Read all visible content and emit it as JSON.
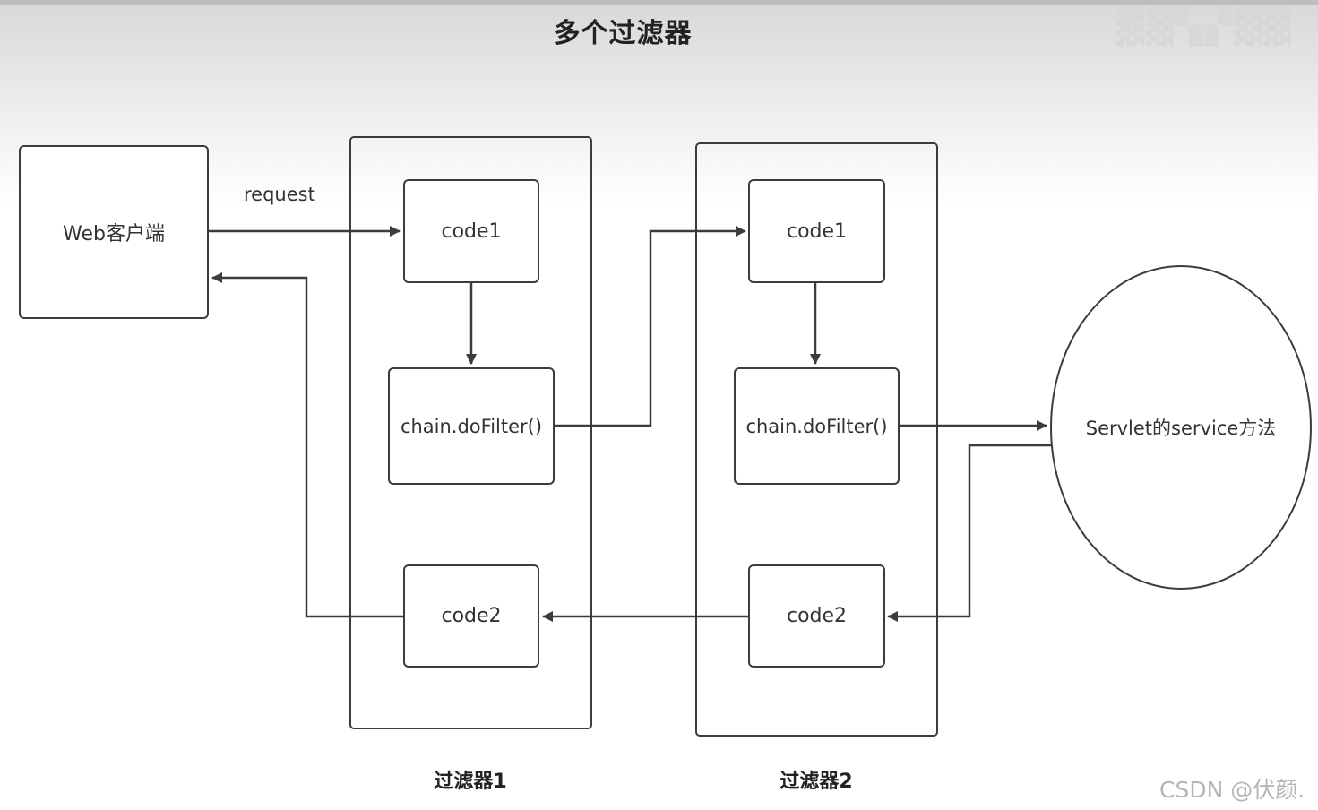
{
  "title": "多个过滤器",
  "client": {
    "label": "Web客户端"
  },
  "request_label": "request",
  "filter1": {
    "caption": "过滤器1",
    "code1": "code1",
    "chain": "chain.doFilter()",
    "code2": "code2"
  },
  "filter2": {
    "caption": "过滤器2",
    "code1": "code1",
    "chain": "chain.doFilter()",
    "code2": "code2"
  },
  "servlet": {
    "label": "Servlet的service方法"
  },
  "watermarks": {
    "csdn": "CSDN @伏颜."
  },
  "colors": {
    "line": "#3c3c3c",
    "text": "#333333",
    "header_gradient_top": "#d8d8d8"
  }
}
